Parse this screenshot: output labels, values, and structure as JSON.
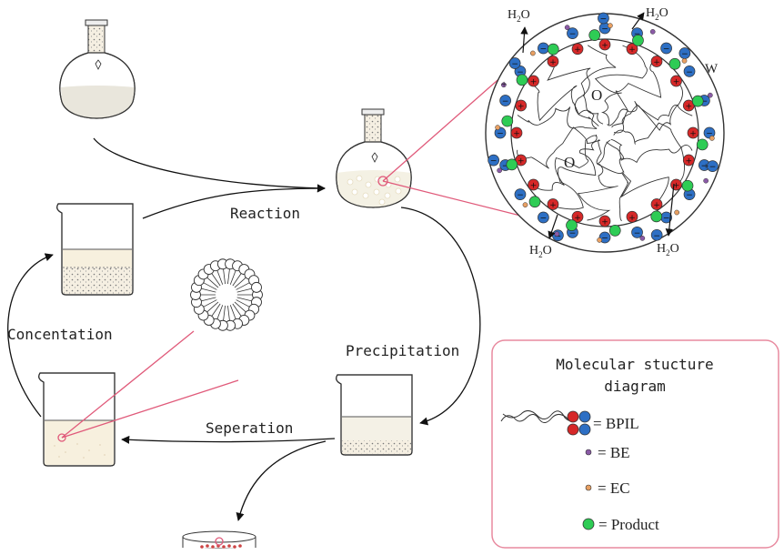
{
  "steps": {
    "reaction": "Reaction",
    "precipitation": "Precipitation",
    "seperation": "Seperation",
    "concentation": "Concentation"
  },
  "micro": {
    "h2o_a": "H",
    "h2o_sub": "2",
    "h2o_b": "O",
    "w": "W",
    "o": "O",
    "plus": "+",
    "minus": "−"
  },
  "legend": {
    "title_line1": "Molecular stucture",
    "title_line2": "diagram",
    "bpil": "= BPIL",
    "be": "= BE",
    "ec": "= EC",
    "product": "= Product"
  },
  "colors": {
    "cation": "#d62828",
    "anion": "#2d6fc4",
    "product": "#2ecc55",
    "be": "#8a5aa6",
    "ec": "#e8a063",
    "pink": "#e05a7a",
    "legend_border": "#e88a9f"
  }
}
